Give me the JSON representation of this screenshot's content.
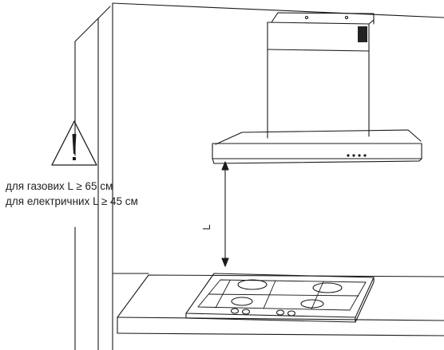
{
  "notes": {
    "gas": "для газових L ≥ 65 см",
    "electric": "для електричних L ≥ 45 см"
  },
  "dimension_label": "L",
  "warning_icon": "warning-triangle-icon",
  "colors": {
    "line": "#1a1a1a",
    "chimney_grille": "#222222",
    "background": "#ffffff"
  }
}
